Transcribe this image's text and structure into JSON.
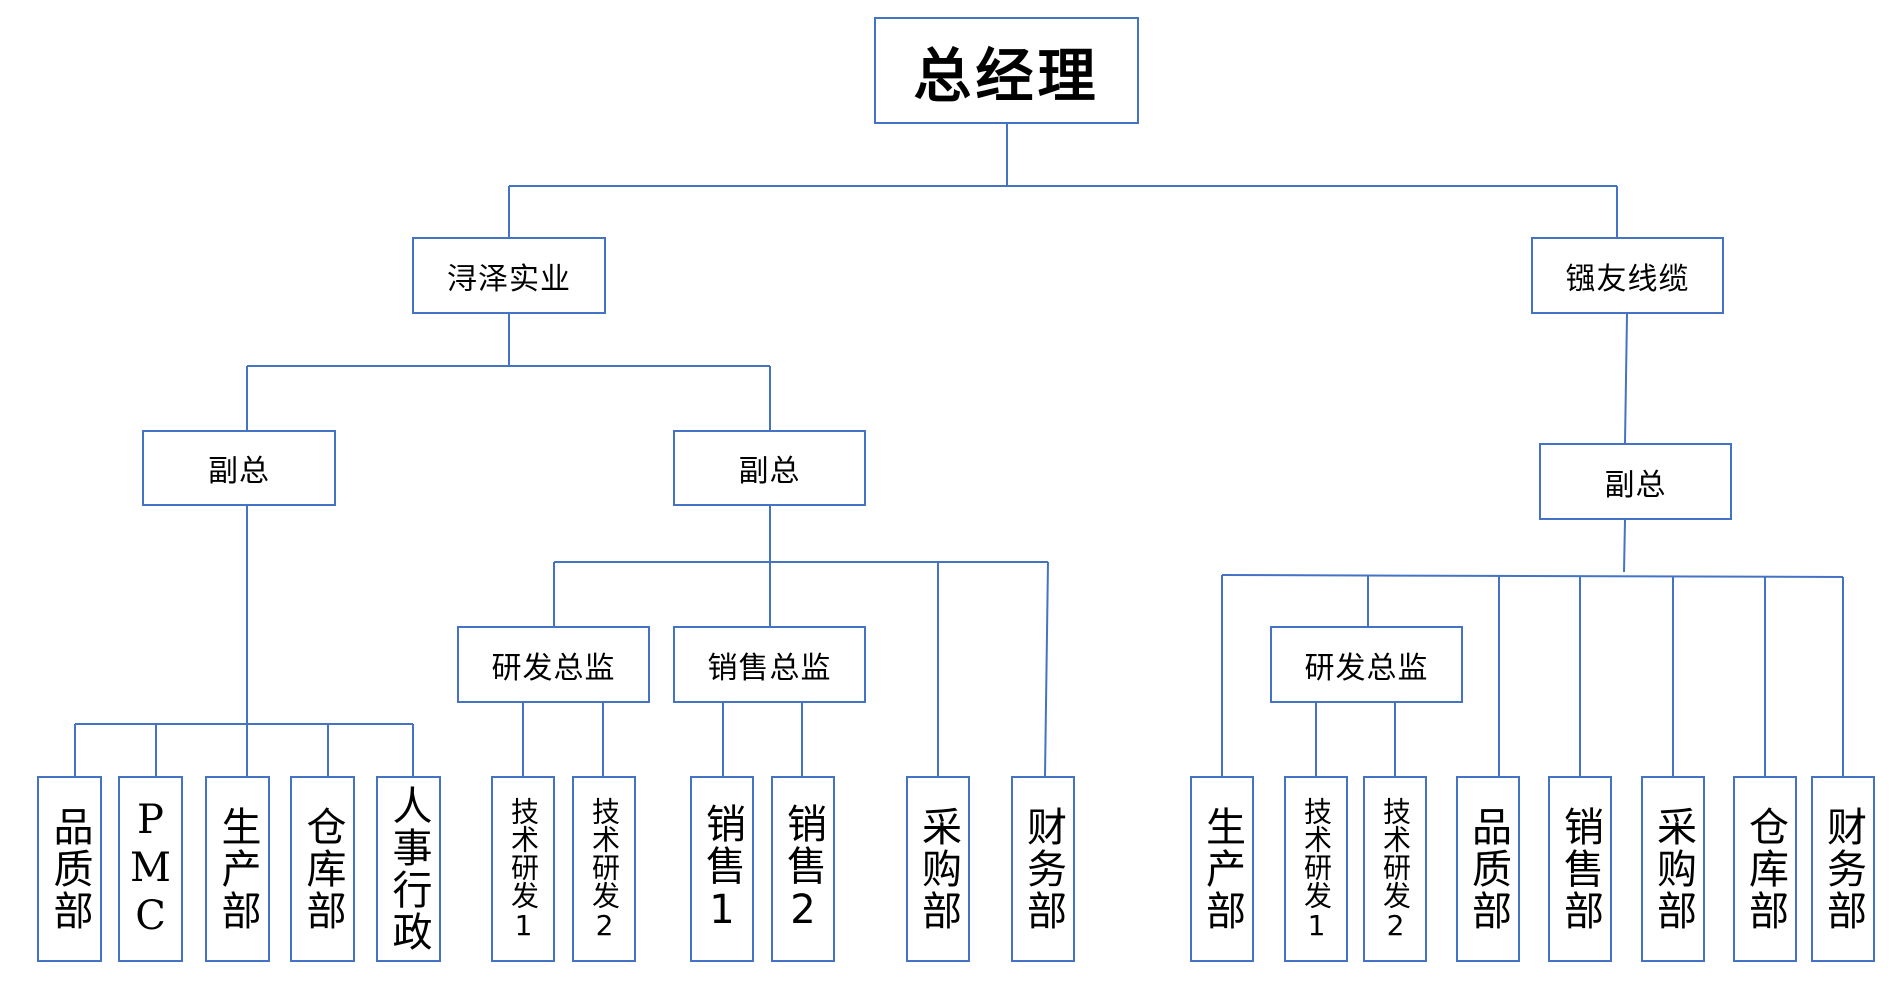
{
  "colors": {
    "line": "#4472c4",
    "border": "#4472c4",
    "text": "#000000"
  },
  "nodes": {
    "ceo": "总经理",
    "company_a": "浔泽实业",
    "company_b": "镪友线缆",
    "vp_a1": "副总",
    "vp_a2": "副总",
    "vp_b": "副总",
    "rd_dir_a": "研发总监",
    "sales_dir_a": "销售总监",
    "rd_dir_b": "研发总监",
    "a_quality": "品质部",
    "a_pmc": "PMC",
    "a_production": "生产部",
    "a_warehouse": "仓库部",
    "a_hr": "人事行政",
    "a_tech1": "技术研发1",
    "a_tech2": "技术研发2",
    "a_sales1": "销售1",
    "a_sales2": "销售2",
    "a_purchasing": "采购部",
    "a_finance": "财务部",
    "b_production": "生产部",
    "b_tech1": "技术研发1",
    "b_tech2": "技术研发2",
    "b_quality": "品质部",
    "b_sales": "销售部",
    "b_purchasing": "采购部",
    "b_warehouse": "仓库部",
    "b_finance": "财务部"
  }
}
